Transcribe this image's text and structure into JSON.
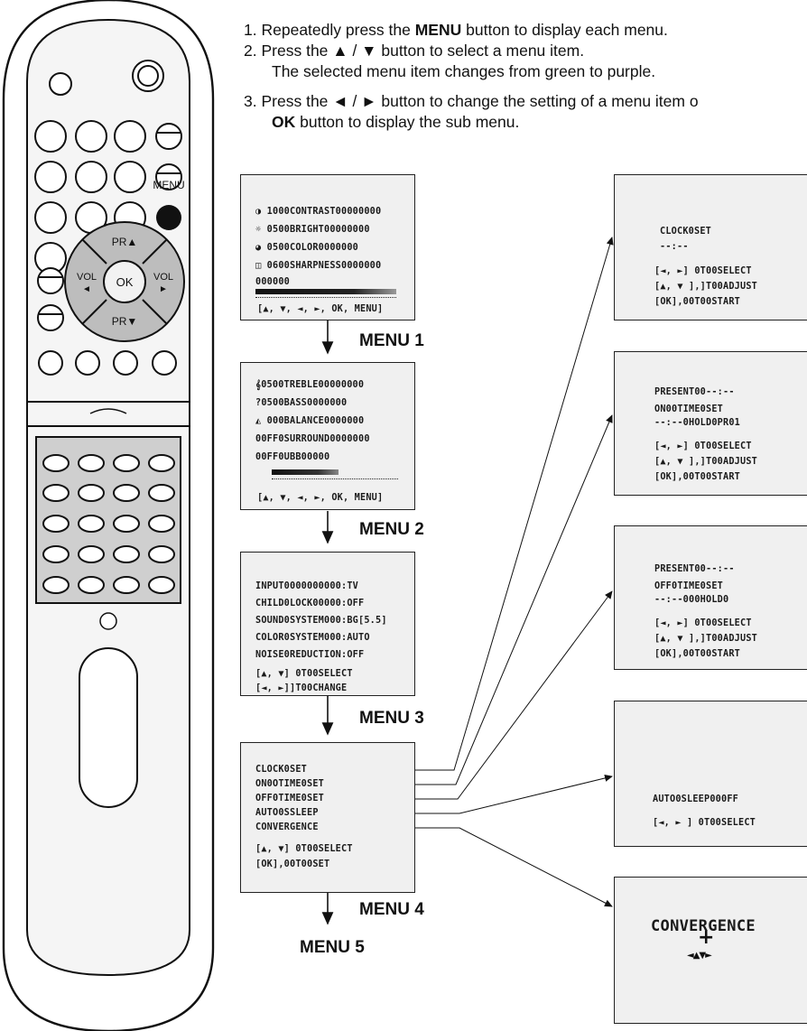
{
  "instructions": [
    {
      "num": "1.",
      "pre": "Repeatedly press the ",
      "bold": "MENU",
      "post": " button to display each menu."
    },
    {
      "num": "2.",
      "pre": "Press the ▲ / ▼ button to select a menu item.",
      "bold": "",
      "post": ""
    },
    {
      "num": "",
      "pre": "The selected menu item changes from green to purple.",
      "bold": "",
      "post": ""
    },
    {
      "num": "3.",
      "pre": "Press the ◄ / ► button to change the setting of a menu item o",
      "bold": "",
      "post": ""
    },
    {
      "num": "",
      "pre": "",
      "bold": "OK",
      "post": " button to display the sub menu."
    }
  ],
  "remote": {
    "menu_label": "MENU",
    "pr_up": "PR▲",
    "pr_down": "PR▼",
    "vol_left": "VOL",
    "vol_left_arrow": "◄",
    "vol_right": "VOL",
    "vol_right_arrow": "►",
    "ok": "OK"
  },
  "menus": {
    "menu1": {
      "label": "MENU 1",
      "lines": [
        "◑ 1000CONTRAST00000000",
        "☼ 0500BRIGHT00000000",
        "◕ 0500COLOR0000000",
        "◫ 0600SHARPNESS0000000",
        "000000"
      ],
      "footer": "[▲, ▼, ◄, ►, OK, MENU]"
    },
    "menu2": {
      "label": "MENU 2",
      "lines": [
        "𝄞0500TREBLE00000000",
        "?0500BASS0000000",
        "◭ 000BALANCE0000000",
        "00FF0SURROUND0000000",
        "00FF0UBB00000"
      ],
      "footer": "[▲, ▼, ◄, ►, OK, MENU]"
    },
    "menu3": {
      "label": "MENU 3",
      "lines": [
        "INPUT0000000000:TV",
        "CHILD0LOCK00000:OFF",
        "SOUND0SYSTEM000:BG[5.5]",
        "COLOR0SYSTEM000:AUTO",
        "NOISE0REDUCTION:OFF"
      ],
      "footer1": "[▲, ▼] 0T00SELECT",
      "footer2": "[◄, ►]]T00CHANGE"
    },
    "menu4": {
      "label": "MENU 4",
      "lines": [
        "CLOCK0SET",
        "ON0OTIME0SET",
        "OFF0TIME0SET",
        "AUTO0SSLEEP",
        "CONVERGENCE"
      ],
      "footer1": "[▲, ▼] 0T00SELECT",
      "footer2": "[OK],00T00SET"
    },
    "menu5_label": "MENU 5"
  },
  "submenus": {
    "clock": {
      "lines": [
        "CLOCK0SET",
        "--:--"
      ],
      "footer": [
        "[◄, ►] 0T00SELECT",
        "[▲, ▼ ],]T00ADJUST",
        "[OK],00T00START"
      ]
    },
    "on_time": {
      "lines": [
        "PRESENT00--:--",
        "ON00TIME0SET",
        "--:--0HOLD0PR01"
      ],
      "footer": [
        "[◄, ►] 0T00SELECT",
        "[▲, ▼ ],]T00ADJUST",
        "[OK],00T00START"
      ]
    },
    "off_time": {
      "lines": [
        "PRESENT00--:--",
        "OFF0TIME0SET",
        "--:--000HOLD0"
      ],
      "footer": [
        "[◄, ►] 0T00SELECT",
        "[▲, ▼ ],]T00ADJUST",
        "[OK],00T00START"
      ]
    },
    "auto_sleep": {
      "lines": [
        "AUTO0SLEEP000FF"
      ],
      "footer": [
        "[◄, ► ] 0T00SELECT"
      ]
    },
    "convergence": {
      "title": "CONVERGENCE",
      "cross": "+",
      "arrows": "◄▲▼►"
    }
  },
  "colors": {
    "screen_bg": "#f0f0f0",
    "remote_body": "#f2f2f2",
    "dpad": "#bdbdbd",
    "outline": "#111111"
  }
}
